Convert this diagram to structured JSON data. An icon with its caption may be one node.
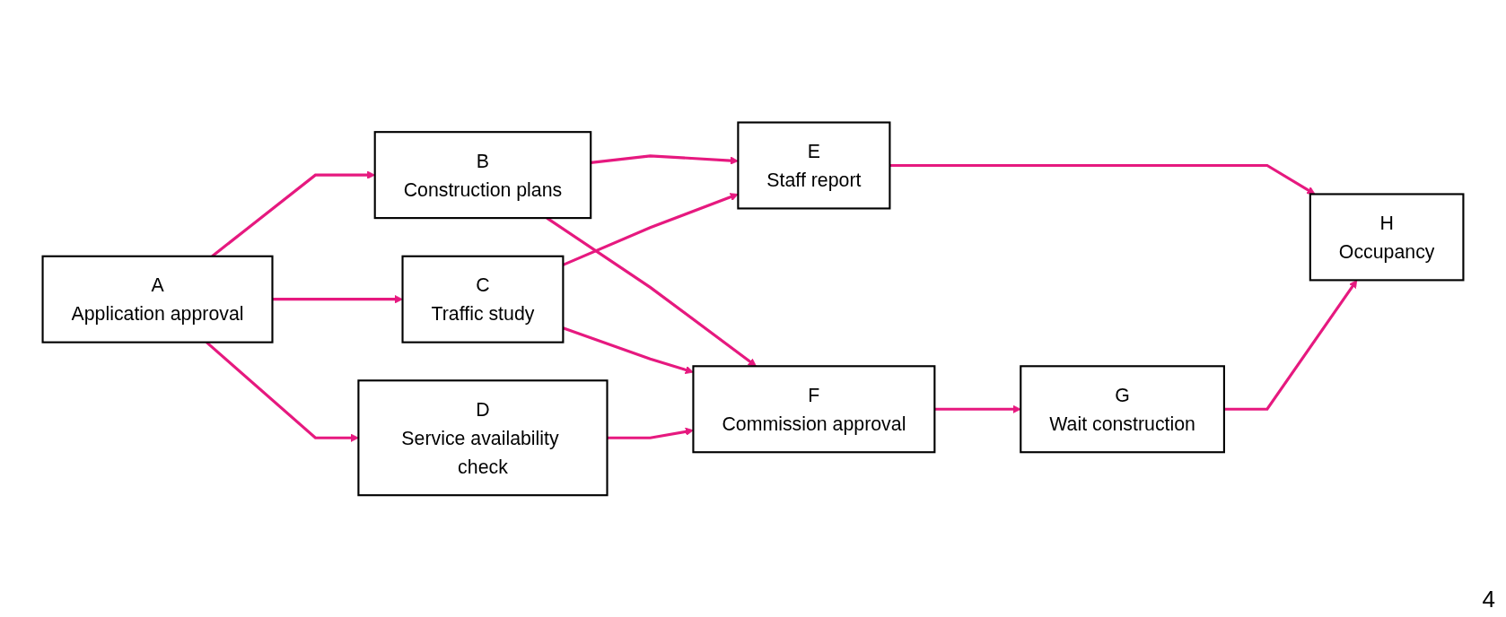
{
  "diagram": {
    "nodes": [
      {
        "text": [
          "A",
          "Application approval"
        ]
      },
      {
        "text": [
          "B",
          "Construction plans"
        ]
      },
      {
        "text": [
          "C",
          "Traffic study"
        ]
      },
      {
        "text": [
          "D",
          "Service availability check"
        ]
      },
      {
        "text": [
          "E",
          "Staff report"
        ]
      },
      {
        "text": [
          "F",
          "Commission approval"
        ]
      },
      {
        "text": [
          "G",
          "Wait construction"
        ]
      },
      {
        "text": [
          "H",
          "Occupancy"
        ]
      }
    ],
    "edges": [
      {
        "from": 0,
        "to": 1,
        "arrow": "to"
      },
      {
        "from": 0,
        "to": 2,
        "arrow": "to"
      },
      {
        "from": 0,
        "to": 3,
        "arrow": "to"
      },
      {
        "from": 1,
        "to": 4,
        "arrow": "to"
      },
      {
        "from": 1,
        "to": 5,
        "arrow": "to"
      },
      {
        "from": 2,
        "to": 4,
        "arrow": "to"
      },
      {
        "from": 2,
        "to": 5,
        "arrow": "to"
      },
      {
        "from": 3,
        "to": 5,
        "arrow": "to"
      },
      {
        "from": 4,
        "to": 7,
        "arrow": "to"
      },
      {
        "from": 5,
        "to": 6,
        "arrow": "to"
      },
      {
        "from": 6,
        "to": 7,
        "arrow": "to"
      }
    ],
    "labels": [
      "4"
    ]
  }
}
